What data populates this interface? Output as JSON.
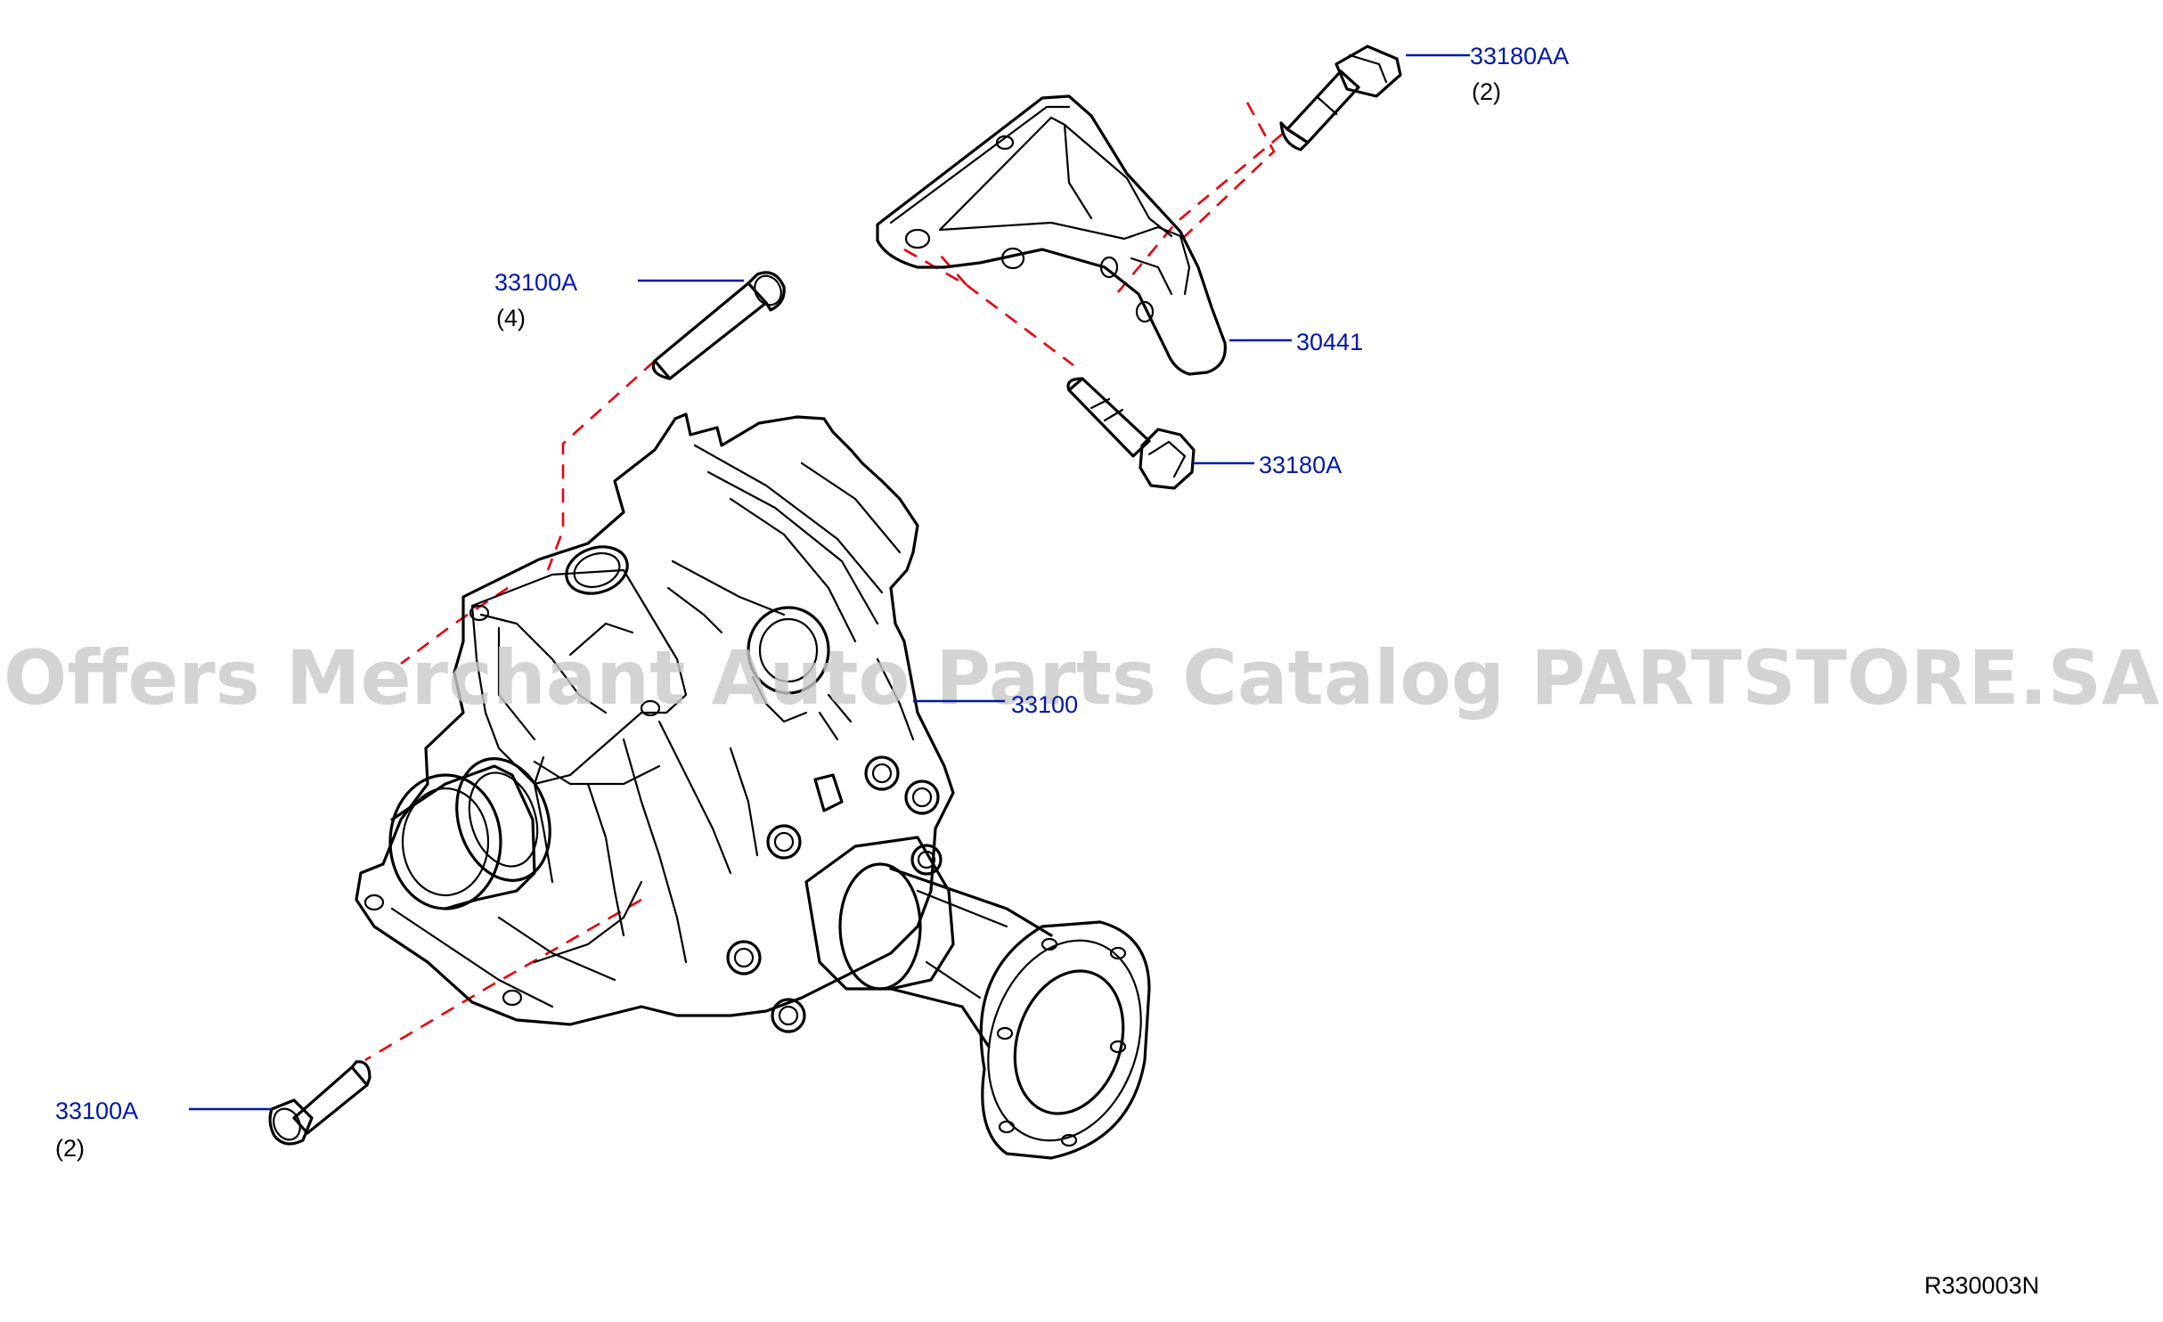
{
  "callouts": {
    "c1": {
      "number": "33180AA",
      "qty": "(2)"
    },
    "c2": {
      "number": "33100A",
      "qty": "(4)"
    },
    "c3": {
      "number": "30441"
    },
    "c4": {
      "number": "33180A"
    },
    "c5": {
      "number": "33100"
    },
    "c6": {
      "number": "33100A",
      "qty": "(2)"
    }
  },
  "diagram_code": "R330003N",
  "watermark": "Offers Merchant Auto Parts Catalog PARTSTORE.SA",
  "colors": {
    "callout_text": "#0018a8",
    "leader_line": "#0018a8",
    "assembly_line": "#e8000c",
    "drawing": "#000000",
    "watermark": "#c9c9c9"
  }
}
